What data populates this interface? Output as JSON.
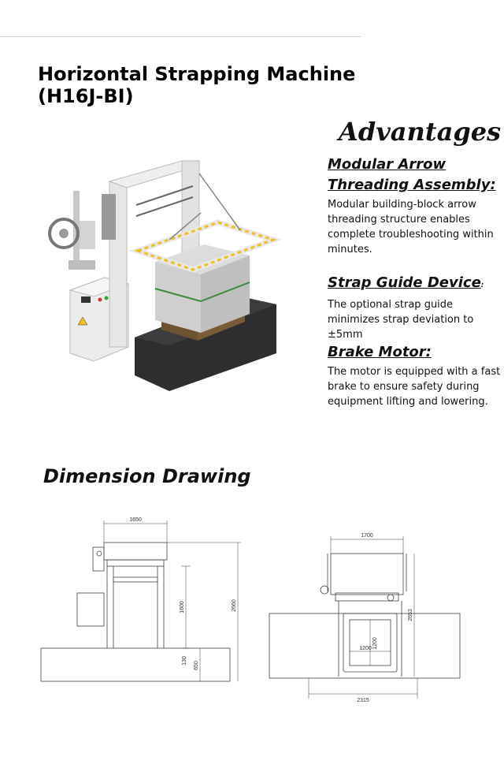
{
  "page": {
    "title": "Horizontal Strapping Machine (H16J-BI)"
  },
  "advantages": {
    "heading": "Advantages",
    "items": [
      {
        "title": "Modular Arrow Threading Assembly:",
        "body": "Modular building-block arrow threading structure enables complete troubleshooting within minutes."
      },
      {
        "title": "Strap Guide Device",
        "title_suffix": ":",
        "body": "The optional strap guide minimizes strap deviation to ±5mm"
      },
      {
        "title": "Brake Motor:",
        "body": "The motor is equipped with a fast brake to ensure safety during equipment lifting and lowering."
      }
    ]
  },
  "dimension": {
    "heading": "Dimension Drawing",
    "front_view": {
      "width": "1650",
      "height_total": "2660",
      "height_inner": "1600",
      "offset_a": "130",
      "offset_b": "650"
    },
    "side_view": {
      "width_top": "1700",
      "height_total": "2653",
      "inner_width": "1200",
      "inner_height": "1200",
      "base_width": "2315"
    }
  },
  "colors": {
    "text": "#111111",
    "machine_white": "#e8e8e8",
    "machine_dark": "#2e2e30",
    "pallet_brown": "#8a6a42",
    "hazard_yellow": "#f0c020"
  }
}
